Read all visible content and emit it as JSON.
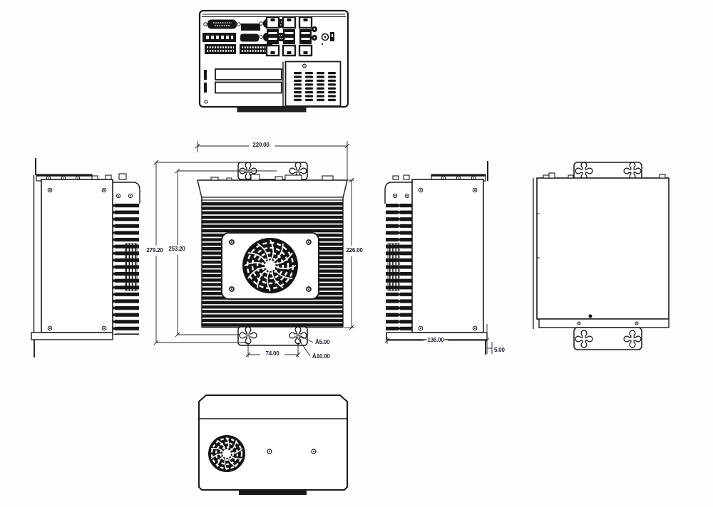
{
  "dimensions": {
    "width": "220.00",
    "overall_height": "279.20",
    "body_height": "253.20",
    "side_height": "226.00",
    "mount_hole_spacing": "74.00",
    "mount_hole_small": "Å5.00",
    "mount_hole_large": "Å10.00",
    "depth": "136.00",
    "bracket_thickness": "5.00"
  }
}
